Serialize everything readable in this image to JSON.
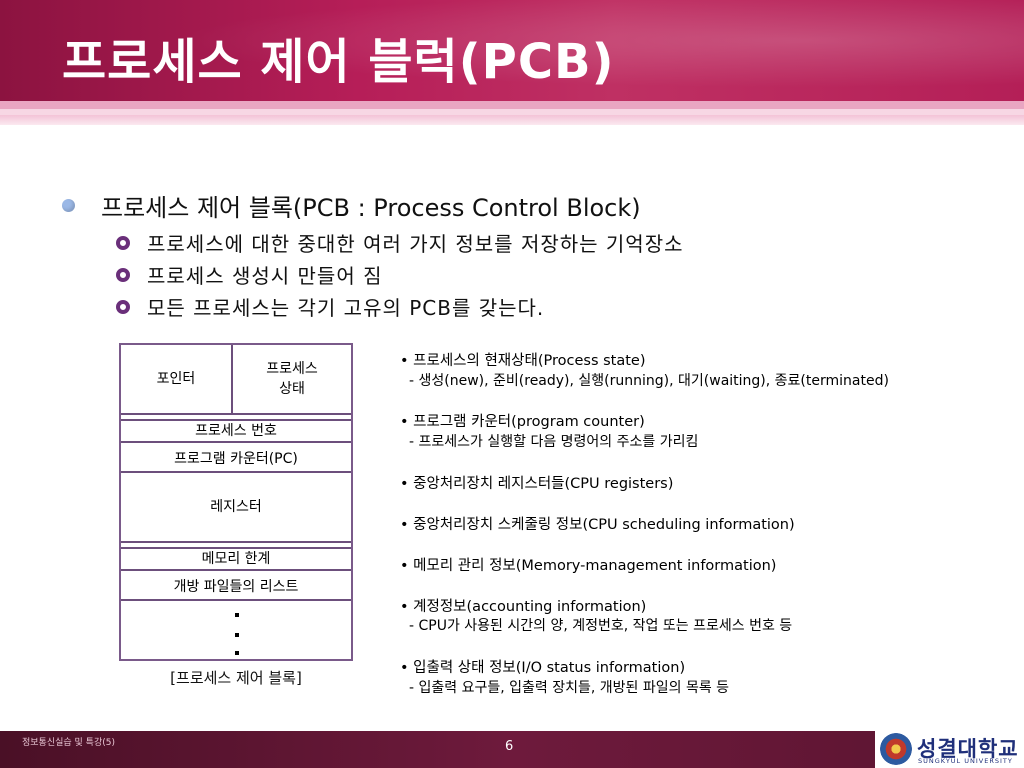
{
  "title": "프로세스 제어 블럭(PCB)",
  "bullets": {
    "main": "프로세스 제어 블록(PCB : Process Control Block)",
    "sub": [
      "프로세스에 대한 중대한 여러 가지 정보를 저장하는 기억장소",
      "프로세스 생성시 만들어 짐",
      "모든 프로세스는 각기 고유의 PCB를 갖는다."
    ]
  },
  "pcb": {
    "pointer": "포인터",
    "process_state_line1": "프로세스",
    "process_state_line2": "상태",
    "process_number": "프로세스 번호",
    "program_counter": "프로그램  카운터(PC)",
    "registers": "레지스터",
    "memory_limits": "메모리  한계",
    "open_files": "개방 파일들의 리스트",
    "caption": "[프로세스 제어 블록]"
  },
  "info": [
    {
      "head": "• 프로세스의 현재상태(Process state)",
      "sub": "- 생성(new), 준비(ready), 실행(running), 대기(waiting), 종료(terminated)"
    },
    {
      "head": "• 프로그램 카운터(program counter)",
      "sub": "- 프로세스가 실행할 다음 명령어의 주소를 가리킴"
    },
    {
      "head": "• 중앙처리장치 레지스터들(CPU registers)"
    },
    {
      "head": "• 중앙처리장치 스케줄링 정보(CPU scheduling information)"
    },
    {
      "head": "• 메모리 관리 정보(Memory-management information)"
    },
    {
      "head": "• 계정정보(accounting information)",
      "sub": "- CPU가 사용된 시간의 양, 계정번호, 작업 또는 프로세스 번호 등"
    },
    {
      "head": "• 입출력 상태 정보(I/O status information)",
      "sub": "- 입출력 요구들, 입출력 장치들, 개방된 파일의 목록 등"
    }
  ],
  "footer": {
    "left": "정보통신실습 및 특강(5)",
    "page": "6",
    "logo_text": "성결대학교",
    "logo_sub": "SUNGKYUL UNIVERSITY"
  },
  "colors": {
    "title_band": "#b61e58",
    "bullet_dot": "#9bb8e6",
    "sub_bullet": "#6a2f7a",
    "footer": "#6e1a3c"
  }
}
